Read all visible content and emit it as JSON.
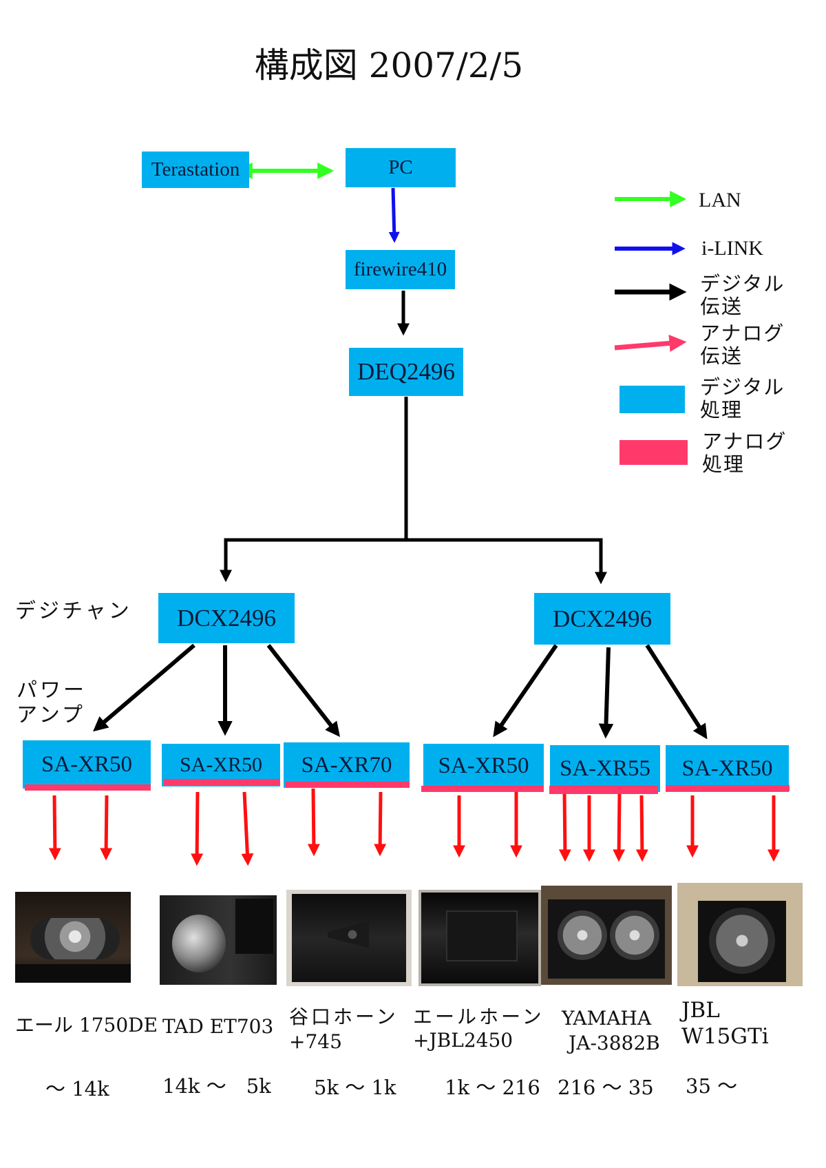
{
  "title": "構成図 2007/2/5",
  "nodes": {
    "terastation": "Terastation",
    "pc": "PC",
    "firewire": "firewire410",
    "deq": "DEQ2496",
    "dcx_left": "DCX2496",
    "dcx_right": "DCX2496"
  },
  "side_labels": {
    "dechan": "デジチャン",
    "power_amp_1": "パワー",
    "power_amp_2": "アンプ"
  },
  "amps": [
    "SA-XR50",
    "SA-XR50",
    "SA-XR70",
    "SA-XR50",
    "SA-XR55",
    "SA-XR50"
  ],
  "legend": {
    "lan": "LAN",
    "ilink": "i-LINK",
    "digital_transfer_1": "デジタル",
    "digital_transfer_2": "伝送",
    "analog_transfer_1": "アナログ",
    "analog_transfer_2": "伝送",
    "digital_process_1": "デジタル",
    "digital_process_2": "処理",
    "analog_process_1": "アナログ",
    "analog_process_2": "処理"
  },
  "speakers": [
    {
      "line1": "エール 1750DE",
      "line2": "",
      "range": "～ 14k"
    },
    {
      "line1": "TAD ET703",
      "line2": "",
      "range": "14k ～　5k"
    },
    {
      "line1": "谷口ホーン",
      "line2": "+745",
      "range": "5k ～ 1k"
    },
    {
      "line1": "エールホーン",
      "line2": "+JBL2450",
      "range": "1k ～ 216"
    },
    {
      "line1": "YAMAHA",
      "line2": "JA-3882B",
      "range": "216 ～ 35"
    },
    {
      "line1": "JBL",
      "line2": "W15GTi",
      "range": "35 ～"
    }
  ],
  "colors": {
    "lan": "#33ff22",
    "ilink": "#1010ee",
    "digital": "#000000",
    "analog": "#ff0f0f",
    "digital_box": "#00b0ee",
    "analog_box": "#ff3a6a",
    "legend_analog_arrow": "#ff3a6a"
  }
}
